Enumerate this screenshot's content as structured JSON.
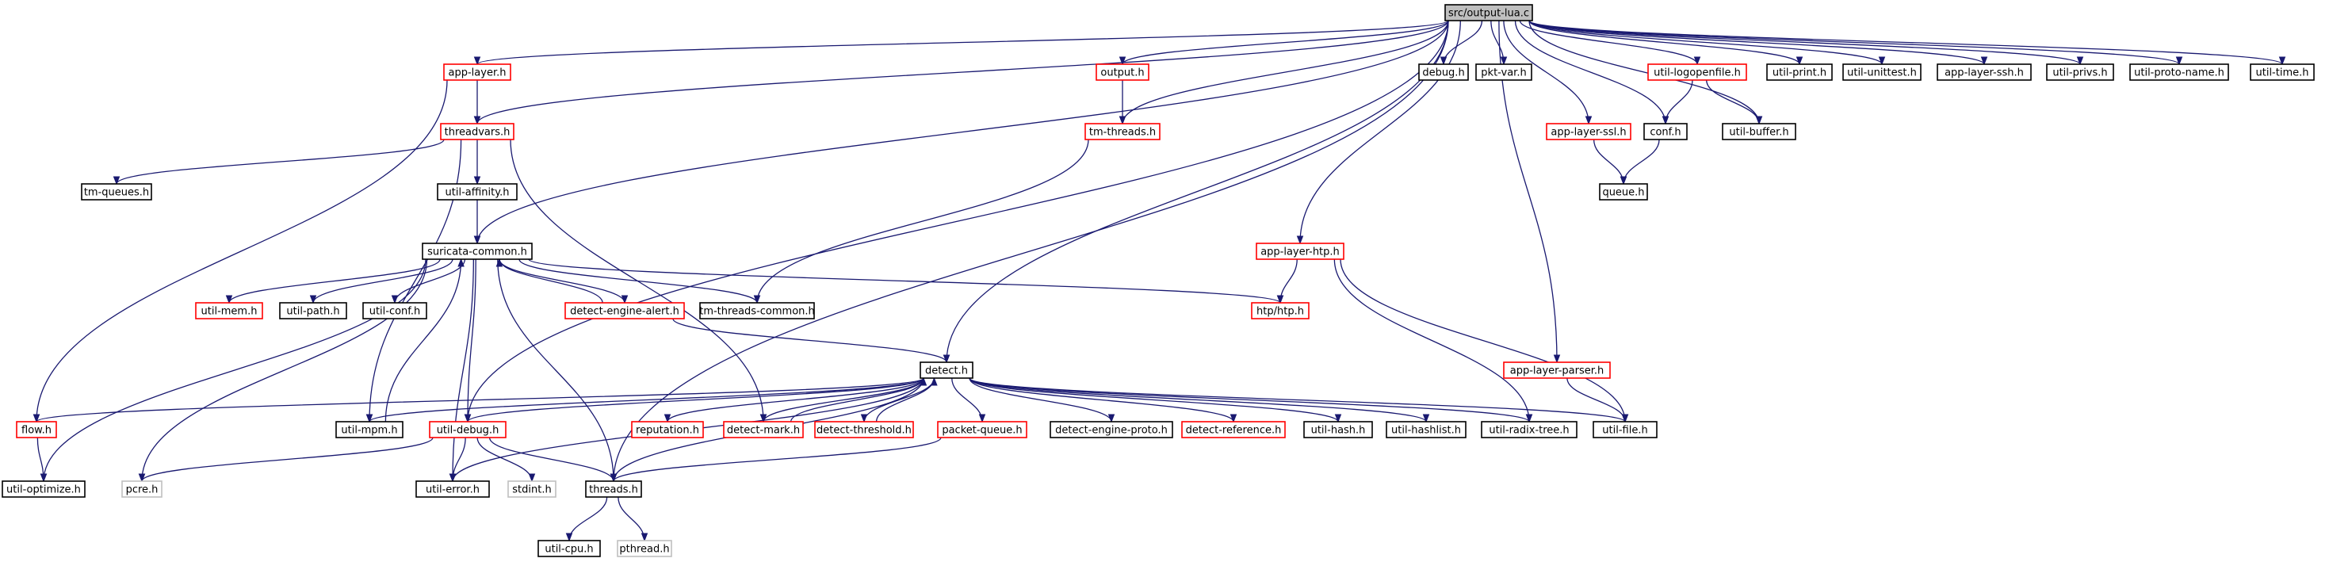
{
  "colors": {
    "edge": "#191970",
    "border_normal": "#000000",
    "border_truncated": "#ff0000",
    "border_external": "#bfbfbf",
    "root_fill": "#bfbfbf",
    "fill": "#ffffff"
  },
  "nodes": [
    {
      "id": "root",
      "label": "src/output-lua.c",
      "kind": "root"
    },
    {
      "id": "app_layer",
      "label": "app-layer.h",
      "kind": "truncated"
    },
    {
      "id": "output",
      "label": "output.h",
      "kind": "truncated"
    },
    {
      "id": "debug",
      "label": "debug.h",
      "kind": "normal"
    },
    {
      "id": "pkt_var",
      "label": "pkt-var.h",
      "kind": "normal"
    },
    {
      "id": "util_logopenfile",
      "label": "util-logopenfile.h",
      "kind": "truncated"
    },
    {
      "id": "util_print",
      "label": "util-print.h",
      "kind": "normal"
    },
    {
      "id": "util_unittest",
      "label": "util-unittest.h",
      "kind": "normal"
    },
    {
      "id": "app_layer_ssh",
      "label": "app-layer-ssh.h",
      "kind": "normal"
    },
    {
      "id": "util_privs",
      "label": "util-privs.h",
      "kind": "normal"
    },
    {
      "id": "util_proto_name",
      "label": "util-proto-name.h",
      "kind": "normal"
    },
    {
      "id": "util_time",
      "label": "util-time.h",
      "kind": "normal"
    },
    {
      "id": "threadvars",
      "label": "threadvars.h",
      "kind": "truncated"
    },
    {
      "id": "tm_threads",
      "label": "tm-threads.h",
      "kind": "truncated"
    },
    {
      "id": "app_layer_ssl",
      "label": "app-layer-ssl.h",
      "kind": "truncated"
    },
    {
      "id": "conf",
      "label": "conf.h",
      "kind": "normal"
    },
    {
      "id": "util_buffer",
      "label": "util-buffer.h",
      "kind": "normal"
    },
    {
      "id": "tm_queues",
      "label": "tm-queues.h",
      "kind": "normal"
    },
    {
      "id": "util_affinity",
      "label": "util-affinity.h",
      "kind": "normal"
    },
    {
      "id": "queue",
      "label": "queue.h",
      "kind": "normal"
    },
    {
      "id": "suricata_common",
      "label": "suricata-common.h",
      "kind": "normal"
    },
    {
      "id": "app_layer_htp",
      "label": "app-layer-htp.h",
      "kind": "truncated"
    },
    {
      "id": "util_mem",
      "label": "util-mem.h",
      "kind": "truncated"
    },
    {
      "id": "util_path",
      "label": "util-path.h",
      "kind": "normal"
    },
    {
      "id": "util_conf",
      "label": "util-conf.h",
      "kind": "normal"
    },
    {
      "id": "detect_engine_alert",
      "label": "detect-engine-alert.h",
      "kind": "truncated"
    },
    {
      "id": "tm_threads_common",
      "label": "tm-threads-common.h",
      "kind": "normal"
    },
    {
      "id": "htp",
      "label": "htp/htp.h",
      "kind": "truncated"
    },
    {
      "id": "detect",
      "label": "detect.h",
      "kind": "normal"
    },
    {
      "id": "app_layer_parser",
      "label": "app-layer-parser.h",
      "kind": "truncated"
    },
    {
      "id": "flow",
      "label": "flow.h",
      "kind": "truncated"
    },
    {
      "id": "util_mpm",
      "label": "util-mpm.h",
      "kind": "normal"
    },
    {
      "id": "util_debug",
      "label": "util-debug.h",
      "kind": "truncated"
    },
    {
      "id": "reputation",
      "label": "reputation.h",
      "kind": "truncated"
    },
    {
      "id": "detect_mark",
      "label": "detect-mark.h",
      "kind": "truncated"
    },
    {
      "id": "detect_threshold",
      "label": "detect-threshold.h",
      "kind": "truncated"
    },
    {
      "id": "packet_queue",
      "label": "packet-queue.h",
      "kind": "truncated"
    },
    {
      "id": "detect_engine_proto",
      "label": "detect-engine-proto.h",
      "kind": "normal"
    },
    {
      "id": "detect_reference",
      "label": "detect-reference.h",
      "kind": "truncated"
    },
    {
      "id": "util_hash",
      "label": "util-hash.h",
      "kind": "normal"
    },
    {
      "id": "util_hashlist",
      "label": "util-hashlist.h",
      "kind": "normal"
    },
    {
      "id": "util_radix_tree",
      "label": "util-radix-tree.h",
      "kind": "normal"
    },
    {
      "id": "util_file",
      "label": "util-file.h",
      "kind": "normal"
    },
    {
      "id": "util_optimize",
      "label": "util-optimize.h",
      "kind": "normal"
    },
    {
      "id": "pcre",
      "label": "pcre.h",
      "kind": "external"
    },
    {
      "id": "util_error",
      "label": "util-error.h",
      "kind": "normal"
    },
    {
      "id": "stdint",
      "label": "stdint.h",
      "kind": "external"
    },
    {
      "id": "threads",
      "label": "threads.h",
      "kind": "normal"
    },
    {
      "id": "util_cpu",
      "label": "util-cpu.h",
      "kind": "normal"
    },
    {
      "id": "pthread",
      "label": "pthread.h",
      "kind": "external"
    }
  ],
  "edges": [
    [
      "root",
      "app_layer"
    ],
    [
      "root",
      "output"
    ],
    [
      "root",
      "debug"
    ],
    [
      "root",
      "pkt_var"
    ],
    [
      "root",
      "util_logopenfile"
    ],
    [
      "root",
      "util_print"
    ],
    [
      "root",
      "util_unittest"
    ],
    [
      "root",
      "app_layer_ssh"
    ],
    [
      "root",
      "util_privs"
    ],
    [
      "root",
      "util_proto_name"
    ],
    [
      "root",
      "util_time"
    ],
    [
      "root",
      "threadvars"
    ],
    [
      "root",
      "tm_threads"
    ],
    [
      "root",
      "app_layer_ssl"
    ],
    [
      "root",
      "conf"
    ],
    [
      "root",
      "util_buffer"
    ],
    [
      "root",
      "suricata_common"
    ],
    [
      "root",
      "app_layer_htp"
    ],
    [
      "root",
      "detect"
    ],
    [
      "root",
      "app_layer_parser"
    ],
    [
      "root",
      "util_debug"
    ],
    [
      "root",
      "threads"
    ],
    [
      "app_layer",
      "threadvars"
    ],
    [
      "app_layer",
      "flow"
    ],
    [
      "output",
      "tm_threads"
    ],
    [
      "util_logopenfile",
      "conf"
    ],
    [
      "util_logopenfile",
      "util_buffer"
    ],
    [
      "app_layer_ssl",
      "queue"
    ],
    [
      "conf",
      "queue"
    ],
    [
      "threadvars",
      "tm_queues"
    ],
    [
      "threadvars",
      "util_affinity"
    ],
    [
      "threadvars",
      "util_mpm"
    ],
    [
      "threadvars",
      "detect_mark"
    ],
    [
      "util_affinity",
      "suricata_common"
    ],
    [
      "tm_threads",
      "tm_threads_common"
    ],
    [
      "suricata_common",
      "util_mem"
    ],
    [
      "suricata_common",
      "util_path"
    ],
    [
      "suricata_common",
      "util_conf"
    ],
    [
      "suricata_common",
      "detect_engine_alert"
    ],
    [
      "suricata_common",
      "tm_threads_common"
    ],
    [
      "suricata_common",
      "htp"
    ],
    [
      "suricata_common",
      "util_optimize"
    ],
    [
      "suricata_common",
      "pcre"
    ],
    [
      "suricata_common",
      "util_debug"
    ],
    [
      "suricata_common",
      "util_error"
    ],
    [
      "suricata_common",
      "threads"
    ],
    [
      "detect_engine_alert",
      "suricata_common"
    ],
    [
      "detect_engine_alert",
      "detect"
    ],
    [
      "app_layer_htp",
      "htp"
    ],
    [
      "app_layer_htp",
      "util_radix_tree"
    ],
    [
      "app_layer_htp",
      "util_file"
    ],
    [
      "app_layer_parser",
      "util_file"
    ],
    [
      "detect",
      "flow"
    ],
    [
      "detect",
      "util_mpm"
    ],
    [
      "detect",
      "util_debug"
    ],
    [
      "detect",
      "reputation"
    ],
    [
      "detect",
      "detect_mark"
    ],
    [
      "detect",
      "detect_threshold"
    ],
    [
      "detect",
      "packet_queue"
    ],
    [
      "detect",
      "detect_engine_proto"
    ],
    [
      "detect",
      "detect_reference"
    ],
    [
      "detect",
      "util_hash"
    ],
    [
      "detect",
      "util_hashlist"
    ],
    [
      "detect",
      "util_radix_tree"
    ],
    [
      "detect",
      "util_file"
    ],
    [
      "detect",
      "util_error"
    ],
    [
      "detect",
      "threads"
    ],
    [
      "detect_mark",
      "detect"
    ],
    [
      "detect_threshold",
      "detect"
    ],
    [
      "util_mpm",
      "suricata_common"
    ],
    [
      "flow",
      "util_optimize"
    ],
    [
      "util_debug",
      "pcre"
    ],
    [
      "util_debug",
      "util_error"
    ],
    [
      "util_debug",
      "stdint"
    ],
    [
      "util_debug",
      "threads"
    ],
    [
      "packet_queue",
      "threads"
    ],
    [
      "threads",
      "util_cpu"
    ],
    [
      "threads",
      "pthread"
    ]
  ]
}
